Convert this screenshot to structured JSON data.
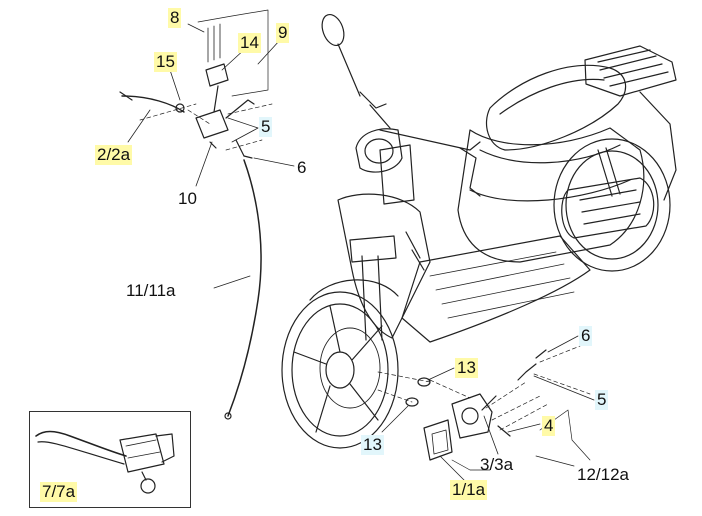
{
  "callouts": {
    "c8": "8",
    "c14": "14",
    "c9": "9",
    "c15": "15",
    "c2": "2/2a",
    "c5a": "5",
    "c6a": "6",
    "c10": "10",
    "c11": "11/11a",
    "c13a": "13",
    "c13b": "13",
    "c6b": "6",
    "c5b": "5",
    "c4": "4",
    "c3": "3/3a",
    "c12": "12/12a",
    "c1": "1/1a",
    "c7": "7/7a"
  },
  "colors": {
    "line": "#222222",
    "highlight_yellow": "#fffaa8",
    "highlight_blue": "#e2f6fb"
  }
}
